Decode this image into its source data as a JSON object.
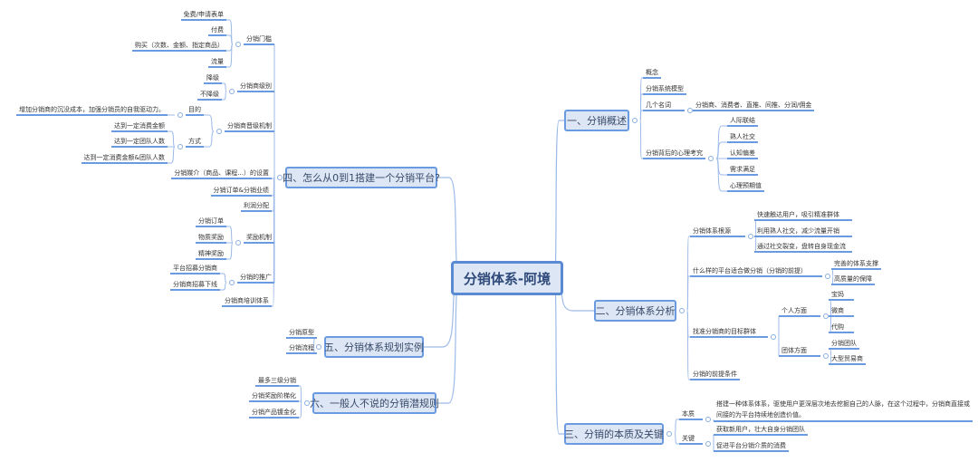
{
  "center": "分销体系-阿境",
  "left": [
    {
      "label": "四、怎么从0到1搭建一个分销平台?",
      "children": [
        {
          "label": "分销门槛",
          "children": [
            {
              "label": "免费/申请表单"
            },
            {
              "label": "付费"
            },
            {
              "label": "购买（次数、金额、指定商品）"
            },
            {
              "label": "流量"
            }
          ]
        },
        {
          "label": "分销商级别",
          "children": [
            {
              "label": "降级"
            },
            {
              "label": "不降级"
            }
          ]
        },
        {
          "label": "分销商晋级机制",
          "children": [
            {
              "label": "目的",
              "children": [
                {
                  "label": "增加分销商的沉没成本，加强分销员的自我驱动力。"
                }
              ]
            },
            {
              "label": "方式",
              "children": [
                {
                  "label": "达到一定消费金额"
                },
                {
                  "label": "达到一定团队人数"
                },
                {
                  "label": "达到一定消费金额&团队人数"
                }
              ]
            }
          ]
        },
        {
          "label": "分销媒介（商品、课程...）的设置"
        },
        {
          "label": "分销订单&分销业绩"
        },
        {
          "label": "利润分配"
        },
        {
          "label": "奖励机制",
          "children": [
            {
              "label": "分销订单"
            },
            {
              "label": "物质奖励"
            },
            {
              "label": "精神奖励"
            }
          ]
        },
        {
          "label": "分销的推广",
          "children": [
            {
              "label": "平台招募分销商"
            },
            {
              "label": "分销商招募下线"
            }
          ]
        },
        {
          "label": "分销商培训体系"
        }
      ]
    },
    {
      "label": "五、分销体系规划实例",
      "children": [
        {
          "label": "分销原型"
        },
        {
          "label": "分销流程"
        }
      ]
    },
    {
      "label": "六、一般人不说的分销潜规则",
      "children": [
        {
          "label": "最多三级分销"
        },
        {
          "label": "分销奖励阶梯化"
        },
        {
          "label": "分销产品镀金化"
        }
      ]
    }
  ],
  "right": [
    {
      "label": "一、分销概述",
      "children": [
        {
          "label": "概念"
        },
        {
          "label": "分销系统模型"
        },
        {
          "label": "几个名词",
          "children": [
            {
              "label": "分销商、消费者、直推、间推、分润/佣金"
            }
          ]
        },
        {
          "label": "分销背后的心理考究",
          "children": [
            {
              "label": "人际联结"
            },
            {
              "label": "熟人社交"
            },
            {
              "label": "认知偏差"
            },
            {
              "label": "需求满足"
            },
            {
              "label": "心理预期值"
            }
          ]
        }
      ]
    },
    {
      "label": "二、分销体系分析",
      "children": [
        {
          "label": "分销体系根源",
          "children": [
            {
              "label": "快速触达用户，吸引精准群体"
            },
            {
              "label": "利用熟人社交，减少流量开销"
            },
            {
              "label": "通过社交裂变，盘转自身现金流"
            }
          ]
        },
        {
          "label": "什么样的平台适合做分销（分销的前提）",
          "children": [
            {
              "label": "完善的体系支撑"
            },
            {
              "label": "高质量的保障"
            }
          ]
        },
        {
          "label": "找准分销商的目标群体",
          "children": [
            {
              "label": "个人方面",
              "children": [
                {
                  "label": "宝妈"
                },
                {
                  "label": "微商"
                },
                {
                  "label": "代购"
                }
              ]
            },
            {
              "label": "团体方面",
              "children": [
                {
                  "label": "分销团队"
                },
                {
                  "label": "大型贸易商"
                }
              ]
            }
          ]
        },
        {
          "label": "分销的前提条件"
        }
      ]
    },
    {
      "label": "三、分销的本质及关键",
      "children": [
        {
          "label": "本质",
          "children": [
            {
              "label": "搭建一种体系体系，驱使用户更深层次地去挖掘自己的人脉，在这个过程中，分销商直接或间接的为平台持续地创造价值。"
            }
          ]
        },
        {
          "label": "关键",
          "children": [
            {
              "label": "获取新用户，壮大自身分销团队"
            },
            {
              "label": "促进平台分销介质的消费"
            }
          ]
        }
      ]
    }
  ]
}
